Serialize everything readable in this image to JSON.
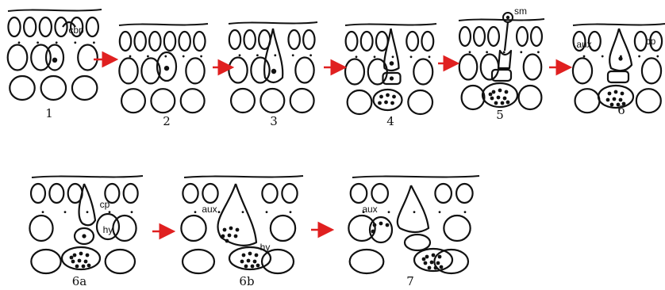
{
  "colors": {
    "ink": "#111111",
    "arrow": "#e02020",
    "background": "#ffffff"
  },
  "panels": [
    {
      "id": "p1",
      "number": "1",
      "labels": [
        "cbp"
      ]
    },
    {
      "id": "p2",
      "number": "2",
      "labels": []
    },
    {
      "id": "p3",
      "number": "3",
      "labels": []
    },
    {
      "id": "p4",
      "number": "4",
      "labels": []
    },
    {
      "id": "p5",
      "number": "5",
      "labels": [
        "sm"
      ]
    },
    {
      "id": "p6",
      "number": "6",
      "labels": [
        "aux",
        "cp"
      ]
    },
    {
      "id": "p6a",
      "number": "6a",
      "labels": [
        "cp",
        "hy"
      ]
    },
    {
      "id": "p6b",
      "number": "6b",
      "labels": [
        "aux",
        "hy"
      ]
    },
    {
      "id": "p7",
      "number": "7",
      "labels": [
        "aux"
      ]
    }
  ],
  "arrows": [
    {
      "from": "1",
      "to": "2"
    },
    {
      "from": "2",
      "to": "3"
    },
    {
      "from": "3",
      "to": "4"
    },
    {
      "from": "4",
      "to": "5"
    },
    {
      "from": "5",
      "to": "6"
    },
    {
      "from": "6a",
      "to": "6b"
    },
    {
      "from": "6b",
      "to": "7"
    }
  ]
}
